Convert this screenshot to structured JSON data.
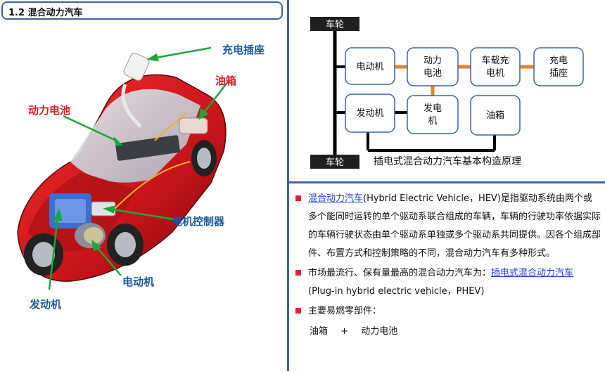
{
  "header": {
    "title": "1.2  混合动力汽车"
  },
  "car_labels": {
    "charge_port": "充电插座",
    "fuel_tank": "油箱",
    "battery": "动力电池",
    "motor_controller": "电机控制器",
    "electric_motor": "电动机",
    "engine": "发动机"
  },
  "diagram": {
    "wheel_top": "车轮",
    "wheel_bottom": "车轮",
    "motor": "电动机",
    "battery_l1": "动力",
    "battery_l2": "电池",
    "charger_l1": "车载充",
    "charger_l2": "电机",
    "socket_l1": "充电",
    "socket_l2": "插座",
    "engine": "发动机",
    "generator_l1": "发电",
    "generator_l2": "机",
    "tank": "油箱",
    "caption": "插电式混合动力汽车基本构造原理"
  },
  "text": {
    "p1_link": "混合动力汽车",
    "p1_rest": "(Hybrid Electric Vehicle，HEV)是指驱动系统由两个或多个能同时运转的单个驱动系联合组成的车辆，车辆的行驶功率依据实际的车辆行驶状态由单个驱动系单独或多个驱动系共同提供。因各个组成部件、布置方式和控制策略的不同，混合动力汽车有多种形式。",
    "p2_pre": "市场最流行、保有量最高的混合动力汽车为：",
    "p2_link": "插电式混合动力汽车",
    "p2_post": "(Plug-in hybrid electric vehicle，PHEV)",
    "p3": "主要易燃零部件：",
    "formula_a": "油箱",
    "formula_op": "+",
    "formula_b": "动力电池"
  },
  "colors": {
    "accent": "#3a62a8",
    "car_red": "#c8141a",
    "callout_red": "#e0191f",
    "callout_blue": "#1a5a9a",
    "arrow_green": "#1aa83a",
    "link_orange": "#f08020",
    "bullet": "#d9233c"
  }
}
